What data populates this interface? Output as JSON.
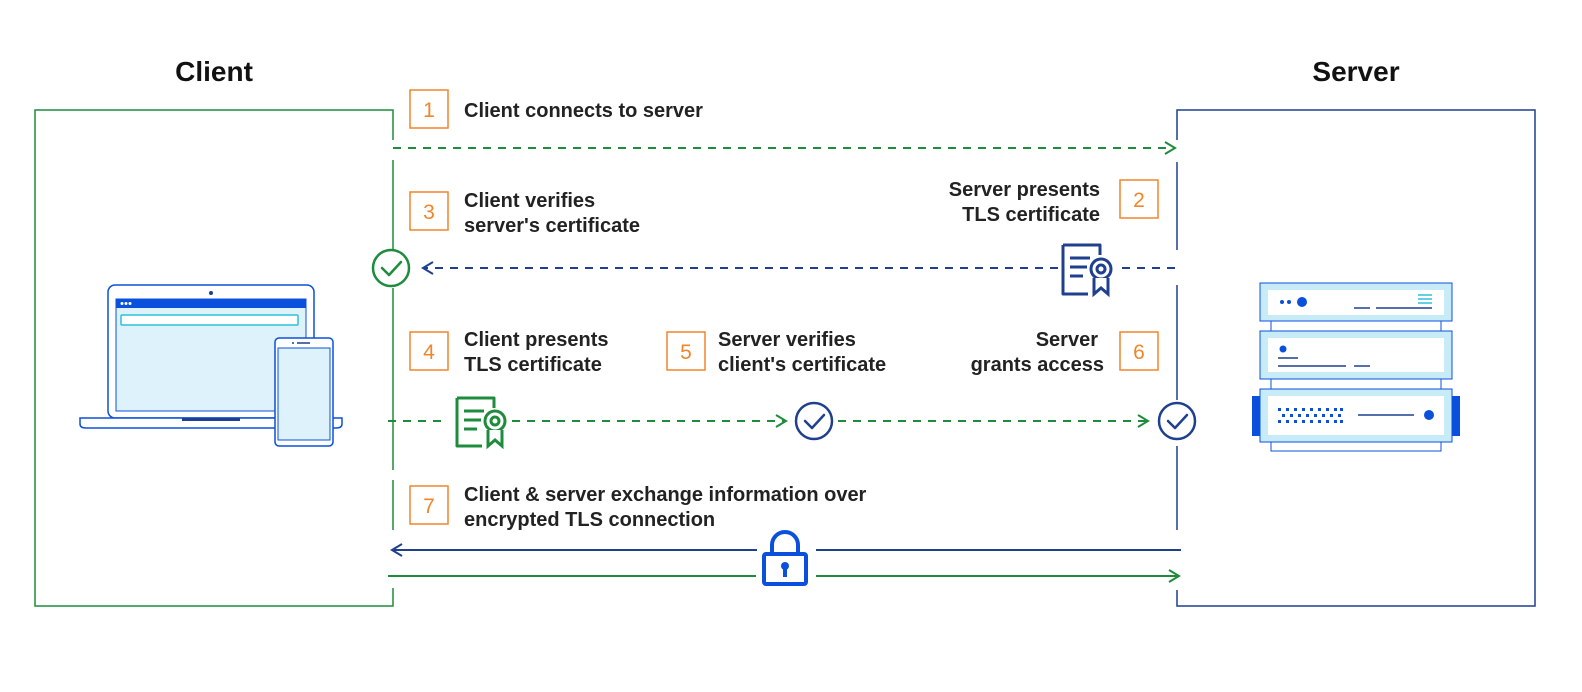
{
  "titles": {
    "client": "Client",
    "server": "Server"
  },
  "steps": [
    {
      "number": "1",
      "lines": [
        "Client connects to server"
      ]
    },
    {
      "number": "2",
      "lines": [
        "Server presents",
        "TLS certificate"
      ]
    },
    {
      "number": "3",
      "lines": [
        "Client verifies",
        "server's certificate"
      ]
    },
    {
      "number": "4",
      "lines": [
        "Client presents",
        "TLS certificate"
      ]
    },
    {
      "number": "5",
      "lines": [
        "Server verifies",
        "client's certificate"
      ]
    },
    {
      "number": "6",
      "lines": [
        "Server",
        "grants access"
      ]
    },
    {
      "number": "7",
      "lines": [
        "Client & server exchange information over",
        "encrypted TLS connection"
      ]
    }
  ],
  "icons": {
    "client_devices": "laptop-and-phone-icon",
    "server": "server-rack-icon",
    "server_certificate": "certificate-icon",
    "client_certificate": "certificate-icon",
    "verify": "checkmark-circle-icon",
    "lock": "padlock-icon"
  },
  "colors": {
    "client": "#1e8c3c",
    "server": "#1f3f8f",
    "step_number": "#f0862b",
    "accent_blue": "#0b50dc",
    "light_blue": "#dff3fa"
  }
}
